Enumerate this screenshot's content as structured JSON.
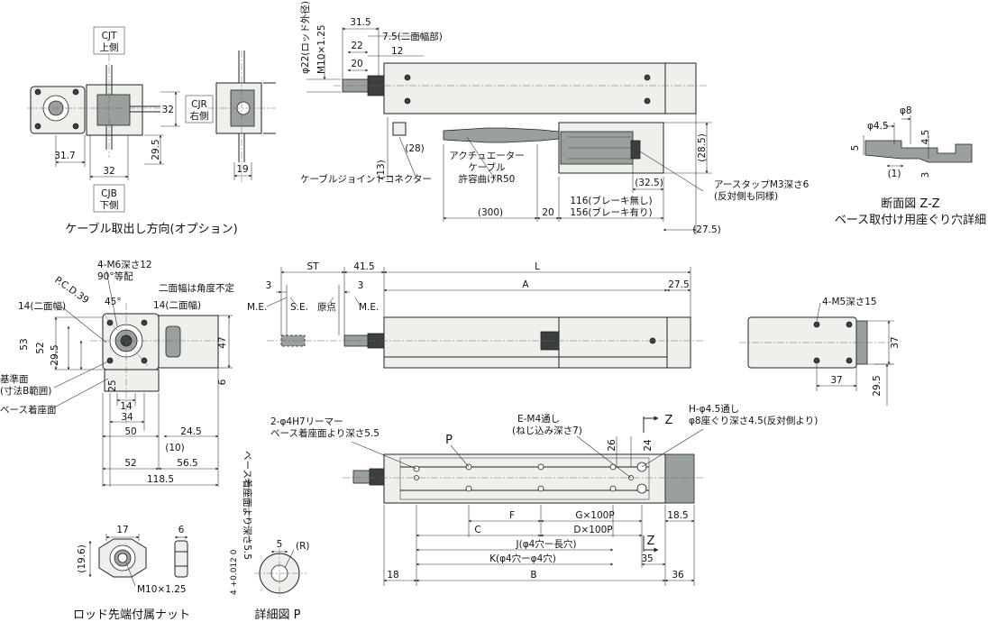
{
  "view_titles": {
    "cable_direction": "ケーブル取出し方向(オプション)",
    "section_zz_line1": "断面図 Z-Z",
    "section_zz_line2": "ベース取付け用座ぐり穴詳細",
    "rod_nut": "ロッド先端付属ナット",
    "detail_p": "詳細図 P"
  },
  "cable_options": {
    "cjt": [
      "CJT",
      "上側"
    ],
    "cjr": [
      "CJR",
      "右側"
    ],
    "cjb": [
      "CJB",
      "下側"
    ]
  },
  "top_view": {
    "rod_dia": "φ22(ロッド外径)",
    "rod_thread": "M10×1.25",
    "d31_5": "31.5",
    "d22": "22",
    "d7_5": "7.5(二面幅部)",
    "d20": "20",
    "d12": "12",
    "d13": "(13)",
    "d28": "(28)",
    "d28_5": "(28.5)",
    "d32_5": "(32.5)",
    "tap_line1": "アースタップM3深さ6",
    "tap_line2": "(反対側も同様)",
    "cable_line1": "アクチュエーター",
    "cable_line2": "ケーブル",
    "cable_line3": "許容曲げR50",
    "connector": "ケーブルジョイントコネクター",
    "d300": "(300)",
    "d20b": "20",
    "brake_none": "116(ブレーキ無し)",
    "brake_with": "156(ブレーキ有り)",
    "d27_5": "(27.5)"
  },
  "cable_dir_dims": {
    "d32": "32",
    "d29_5": "29.5",
    "d31_7": "31.7",
    "d32b": "32",
    "d19": "19"
  },
  "section_zz": {
    "d4_5": "φ4.5",
    "d8": "φ8",
    "d5": "5",
    "d4_5b": "4.5",
    "d1": "(1)",
    "d3": "3"
  },
  "front_view": {
    "m6": "4-M6深さ12",
    "deg90": "90°等配",
    "pcd": "P.C.D.39",
    "deg45": "45°",
    "flat_left": "14(二面幅)",
    "flat_angle": "二面幅は角度不定",
    "flat_right": "14(二面幅)",
    "d53": "53",
    "d52": "52",
    "d29_5": "29.5",
    "d47": "47",
    "d6": "6",
    "ref_line1": "基準面",
    "ref_line2": "(寸法B範囲)",
    "base_face": "ベース着座面",
    "d25": "25",
    "d14": "14",
    "d34": "34",
    "d50": "50",
    "d24_5": "24.5",
    "d10": "(10)",
    "d52b": "52",
    "d56_5": "56.5",
    "d118_5": "118.5"
  },
  "side_view": {
    "st": "ST",
    "d41_5": "41.5",
    "l": "L",
    "d3a": "3",
    "d3b": "3",
    "a": "A",
    "d27_5": "27.5",
    "me1": "M.E.",
    "se": "S.E.",
    "origin": "原点",
    "me2": "M.E."
  },
  "end_view": {
    "m5": "4-M5深さ15",
    "d37": "37",
    "d37b": "37",
    "d29_5": "29.5"
  },
  "bottom_view": {
    "ream_line1": "2-φ4H7リーマー",
    "ream_line2": "ベース着座面より深さ5.5",
    "p": "P",
    "em4_line1": "E-M4通し",
    "em4_line2": "(ねじ込み深さ7)",
    "d26": "26",
    "d24": "24",
    "z1": "Z",
    "h_line1": "H-φ4.5通し",
    "h_line2": "φ8座ぐり深さ4.5(反対側より)",
    "f": "F",
    "g": "G×100P",
    "d18_5": "18.5",
    "c": "C",
    "d": "D×100P",
    "z2": "Z",
    "j": "J(φ4穴ー長穴)",
    "k": "K(φ4穴ーφ4穴)",
    "d35": "35",
    "d18": "18",
    "b": "B",
    "d36": "36"
  },
  "rod_nut": {
    "d17": "17",
    "d6": "6",
    "d19_6": "(19.6)",
    "thread": "M10×1.25"
  },
  "detail_p": {
    "depth": "ベース着座面より深さ5.5",
    "tol": "4 +0.012 0",
    "d5": "5",
    "r": "(R)"
  }
}
